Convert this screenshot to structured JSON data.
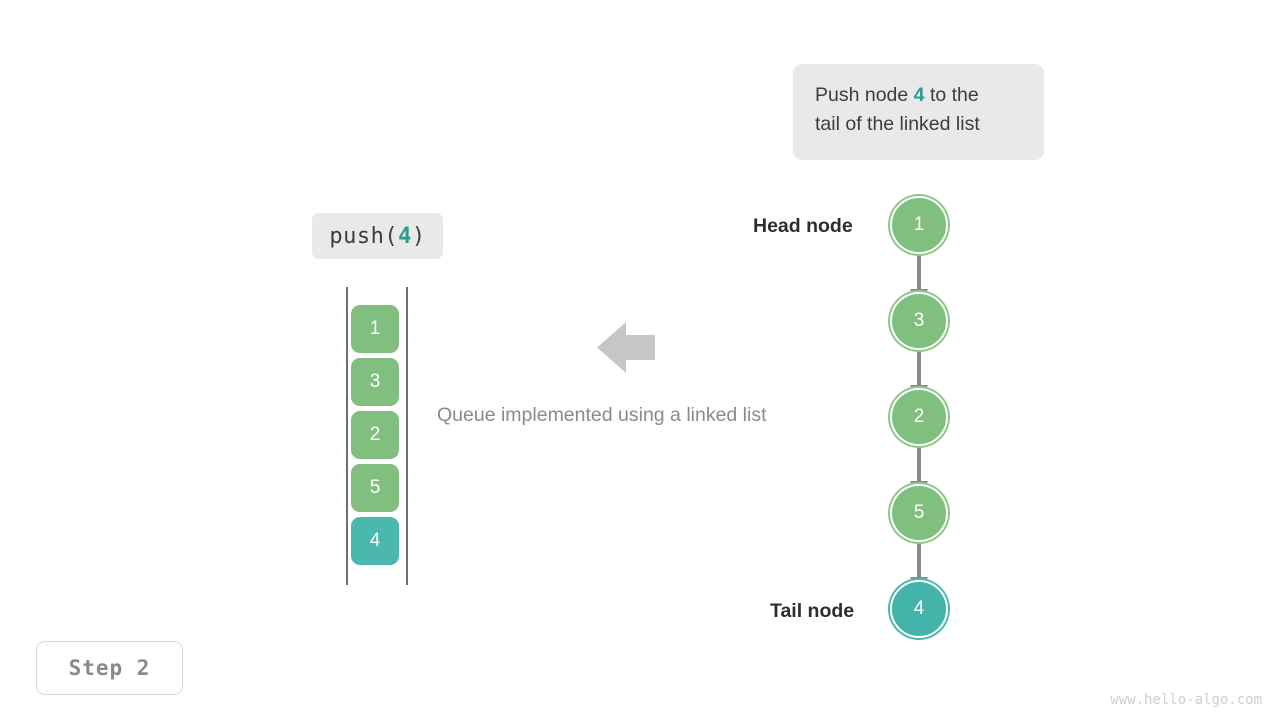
{
  "callout": {
    "line1_pre": "Push node ",
    "line1_hl": "4",
    "line1_post": " to the",
    "line2": "tail of the linked list"
  },
  "operation": {
    "prefix": "push(",
    "value": "4",
    "suffix": ")"
  },
  "queue": {
    "cells": [
      {
        "value": "1",
        "color": "green"
      },
      {
        "value": "3",
        "color": "green"
      },
      {
        "value": "2",
        "color": "green"
      },
      {
        "value": "5",
        "color": "green"
      },
      {
        "value": "4",
        "color": "teal"
      }
    ]
  },
  "center_caption": "Queue implemented using a linked list",
  "linked_list": {
    "head_label": "Head node",
    "tail_label": "Tail node",
    "nodes": [
      {
        "value": "1",
        "color": "green"
      },
      {
        "value": "3",
        "color": "green"
      },
      {
        "value": "2",
        "color": "green"
      },
      {
        "value": "5",
        "color": "green"
      },
      {
        "value": "4",
        "color": "teal"
      }
    ]
  },
  "step_badge": "Step 2",
  "watermark": "www.hello-algo.com",
  "colors": {
    "green": "#81bf7f",
    "teal": "#4bb8ae",
    "accent_text": "#2a9d8f",
    "chip_bg": "#e9e9e9",
    "arrow_gray": "#8a8a8a",
    "big_arrow_gray": "#c6c6c6"
  }
}
